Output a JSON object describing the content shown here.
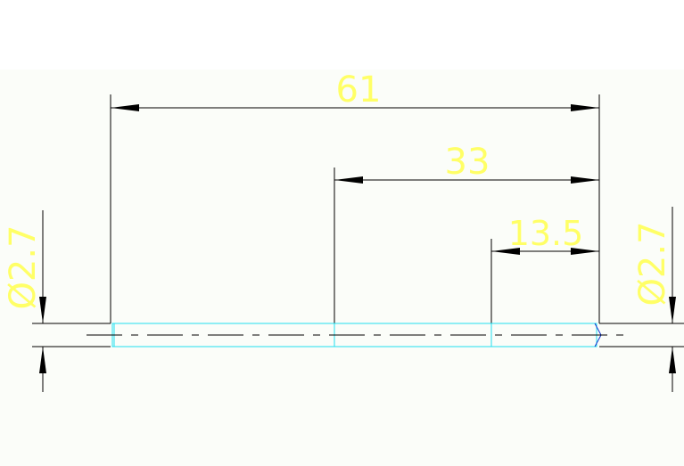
{
  "drawing": {
    "background_top": "#ffffff",
    "background_canvas": "#fbfdf9",
    "dimension_text_color": "#ffff66",
    "outline_color": "#22e0f0",
    "dimension_line_color": "#000000",
    "dimensions": {
      "overall_length": "61",
      "middle_length": "33",
      "short_length": "13.5",
      "diameter_left": "Ø2.7",
      "diameter_right": "Ø2.7"
    }
  }
}
